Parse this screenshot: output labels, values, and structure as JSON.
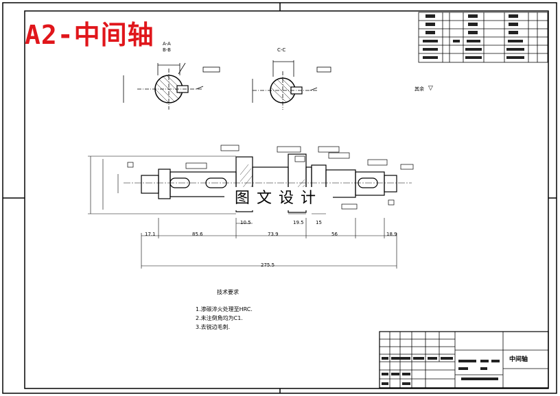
{
  "stamp_title": "A2-中间轴",
  "watermark": "图文设计",
  "sections": {
    "aa": "A-A",
    "bb": "B-B",
    "cc": "C-C"
  },
  "surface_note": "其余",
  "tech_req": {
    "heading": "技术要求",
    "items": [
      "1.渗碳淬火处理至HRC.",
      "2.未注倒角均为C1.",
      "3.去锐边毛刺."
    ]
  },
  "dimensions": {
    "d1": "17.1",
    "d2": "85.6",
    "d3": "73.9",
    "d4": "56",
    "d5": "18.9",
    "d6": "275.5",
    "d7": "19.5",
    "d8": "15",
    "d9": "10.5"
  },
  "title_block": {
    "part_name": "中间轴"
  }
}
